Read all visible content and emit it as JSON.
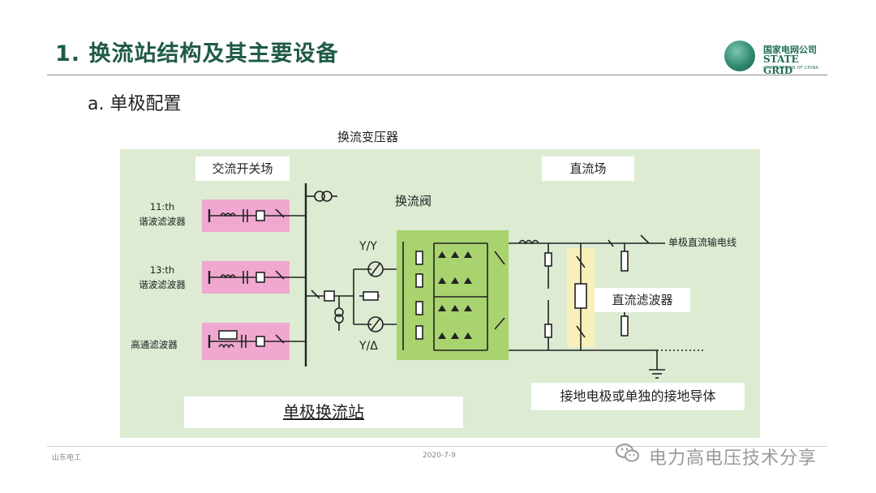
{
  "header": {
    "title": "1. 换流站结构及其主要设备",
    "logo_cn": "国家电网公司",
    "logo_en": "STATE GRID",
    "logo_corp": "CORPORATION OF CHINA"
  },
  "subtitle": "a. 单极配置",
  "diagram": {
    "transformer_label": "换流变压器",
    "ac_switchyard": "交流开关场",
    "dc_yard": "直流场",
    "valve_label": "换流阀",
    "yy_label": "Y/Y",
    "yd_label": "Y/Δ",
    "dc_filter": "直流滤波器",
    "dc_line": "单极直流输电线",
    "ground": "接地电极或单独的接地导体",
    "station": "单极换流站",
    "filters": [
      {
        "line1": "11:th",
        "line2": "谐波滤波器"
      },
      {
        "line1": "13:th",
        "line2": "谐波滤波器"
      },
      {
        "line1": "",
        "line2": "高通滤波器"
      }
    ],
    "colors": {
      "background": "#dcebd2",
      "filter_fill": "#f0a8d0",
      "valve_fill": "#a9d36f",
      "dc_filter_fill": "#f8f0b8",
      "title_color": "#1f5a48"
    }
  },
  "footer": {
    "left": "山东电工",
    "date": "2020-7-9",
    "watermark": "电力高电压技术分享",
    "watermark_icon": "wechat-icon"
  }
}
